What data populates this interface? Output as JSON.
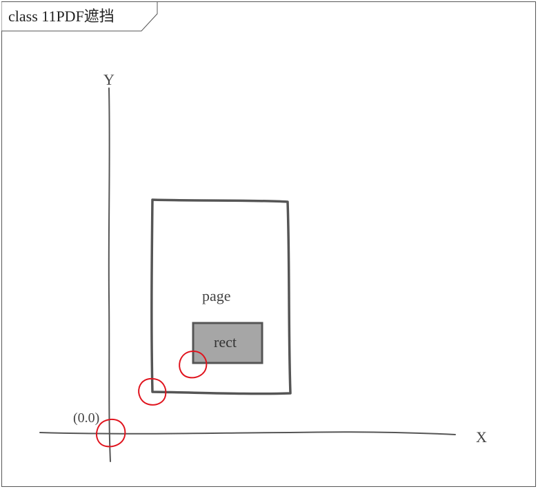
{
  "frame": {
    "title": "class 11PDF遮挡"
  },
  "diagram": {
    "y_axis_label": "Y",
    "x_axis_label": "X",
    "origin_label": "(0.0)",
    "page_label": "page",
    "rect_label": "rect"
  },
  "colors": {
    "stroke": "#555555",
    "rect_fill": "#a6a6a6",
    "highlight": "#e0141e"
  }
}
